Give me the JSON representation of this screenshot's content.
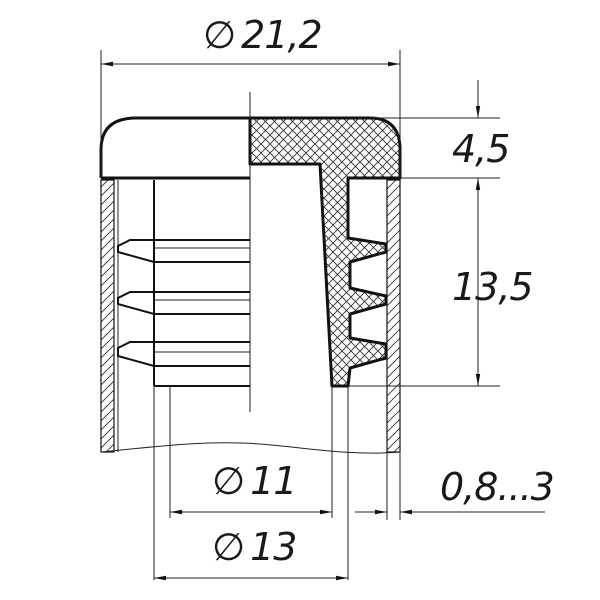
{
  "dimensions": {
    "outer_diameter": {
      "symbol": "∅",
      "value": "21,2"
    },
    "cap_height": {
      "value": "4,5"
    },
    "insert_length": {
      "value": "13,5"
    },
    "inner_diameter_small": {
      "symbol": "∅",
      "value": "11"
    },
    "inner_diameter_large": {
      "symbol": "∅",
      "value": "13"
    },
    "wall_thickness_range": {
      "value": "0,8...3"
    }
  },
  "colors": {
    "line": "#111111",
    "hatch": "#333333",
    "background": "#ffffff"
  }
}
